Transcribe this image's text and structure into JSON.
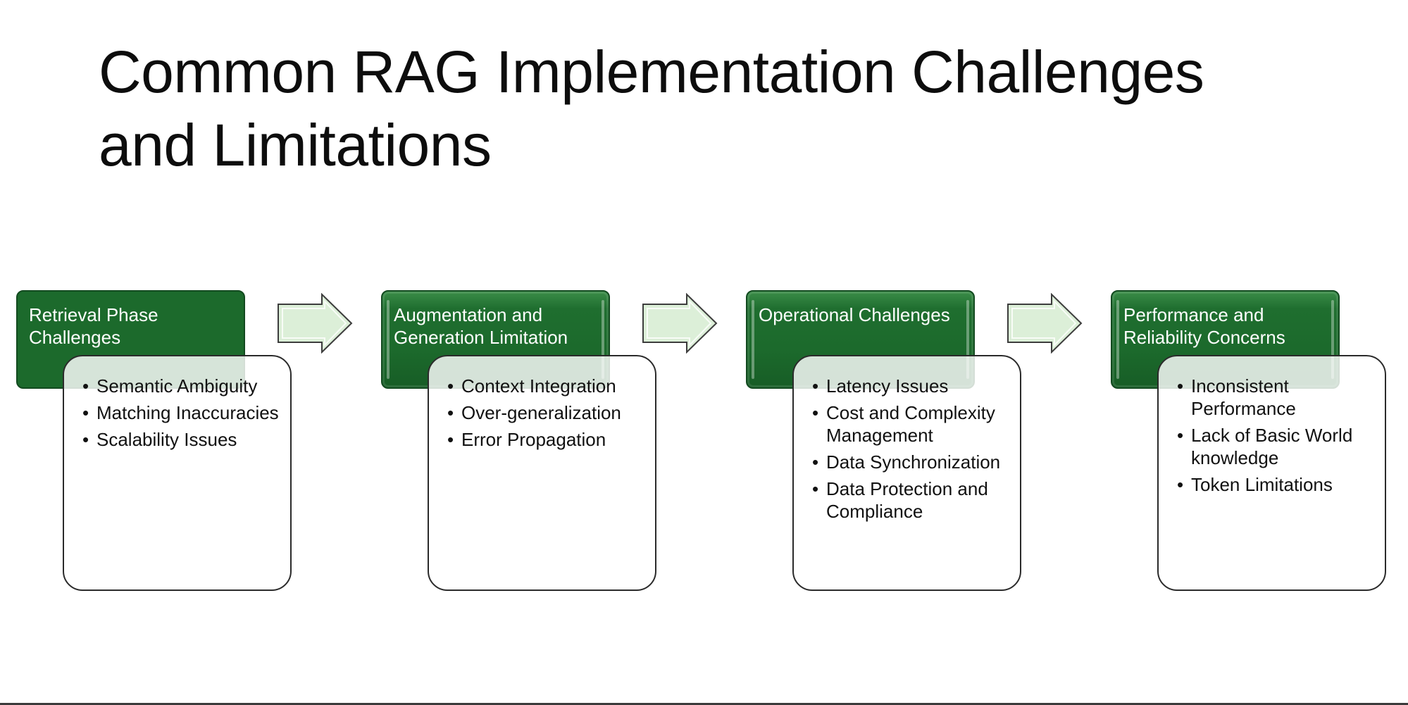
{
  "title": "Common RAG Implementation Challenges and Limitations",
  "stages": [
    {
      "header": "Retrieval Phase Challenges",
      "items": [
        "Semantic Ambiguity",
        "Matching Inaccuracies",
        "Scalability Issues"
      ]
    },
    {
      "header": "Augmentation and Generation Limitation",
      "items": [
        "Context Integration",
        "Over-generalization",
        "Error Propagation"
      ]
    },
    {
      "header": "Operational Challenges",
      "items": [
        "Latency Issues",
        "Cost and Complexity Management",
        "Data Synchronization",
        "Data Protection and Compliance"
      ]
    },
    {
      "header": "Performance and Reliability Concerns",
      "items": [
        "Inconsistent Performance",
        "Lack of Basic World knowledge",
        "Token Limitations"
      ]
    }
  ],
  "colors": {
    "header_fill": "#1c6a2c",
    "header_border": "#124a1f",
    "arrow_fill": "#dcefd8",
    "arrow_stroke": "#3d3d3d",
    "box_border": "#2b2b2b"
  },
  "icons": {
    "connector": "right-arrow-icon"
  }
}
